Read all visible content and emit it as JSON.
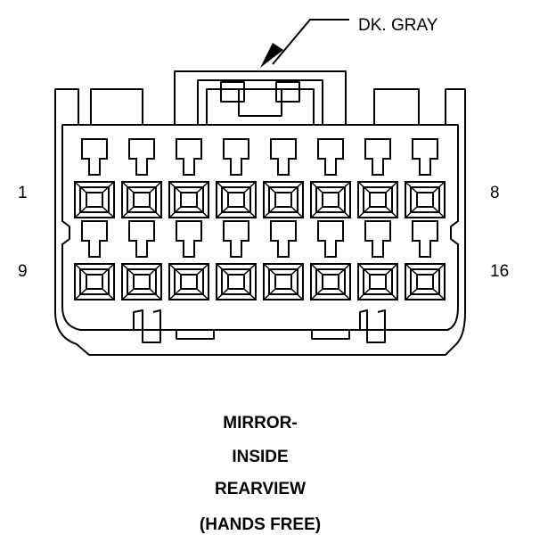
{
  "wire_color_label": "DK. GRAY",
  "pin_labels": {
    "row1_left": "1",
    "row1_right": "8",
    "row2_left": "9",
    "row2_right": "16"
  },
  "pin_rows": 2,
  "pins_per_row": 8,
  "caption": {
    "line1": "MIRROR-",
    "line2": "INSIDE",
    "line3": "REARVIEW",
    "line4": "(HANDS FREE)"
  }
}
